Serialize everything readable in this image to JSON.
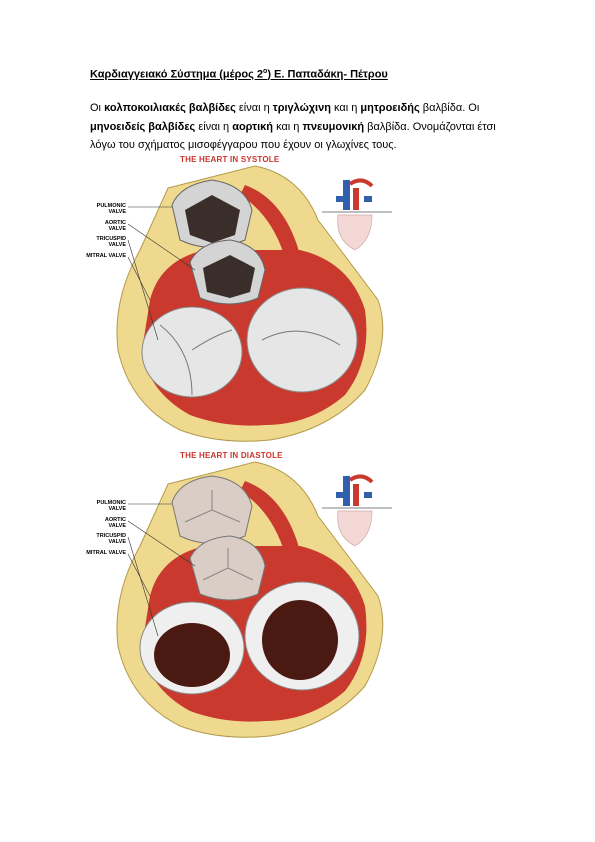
{
  "header": {
    "title_pre": "Καρδιαγγειακό Σύστημα (μέρος 2",
    "title_sup": "ο",
    "title_post": ") Ε. Παπαδάκη- Πέτρου"
  },
  "paragraph": {
    "t1": "Οι ",
    "b1": "κολποκοιλιακές βαλβίδες",
    "t2": " είναι η ",
    "b2": "τριγλώχινη",
    "t3": " και η ",
    "b3": "μητροειδής",
    "t4": " βαλβίδα. Οι ",
    "b4": "μηνοειδείς βαλβίδες",
    "t5": " είναι η ",
    "b5": "αορτική",
    "t6": " και η ",
    "b6": "πνευμονική",
    "t7": " βαλβίδα. Ονομάζονται έτσι λόγω του σχήματος μισοφέγγαρου που έχουν οι γλωχίνες τους."
  },
  "figure_systole": {
    "title": "THE HEART IN SYSTOLE",
    "labels": {
      "pulmonic": "PULMONIC VALVE",
      "aortic": "AORTIC VALVE",
      "tricuspid": "TRICUSPID VALVE",
      "mitral": "MITRAL VALVE"
    }
  },
  "figure_diastole": {
    "title": "THE HEART IN DIASTOLE",
    "labels": {
      "pulmonic": "PULMONIC VALVE",
      "aortic": "AORTIC VALVE",
      "tricuspid": "TRICUSPID VALVE",
      "mitral": "MITRAL VALVE"
    }
  },
  "colors": {
    "outer_tissue": "#efd98e",
    "muscle": "#c9392e",
    "valve_gray": "#d4d4d4",
    "valve_dark": "#3a2e2a",
    "leaflet_open": "#4a1a12",
    "title_red": "#c8332a"
  }
}
